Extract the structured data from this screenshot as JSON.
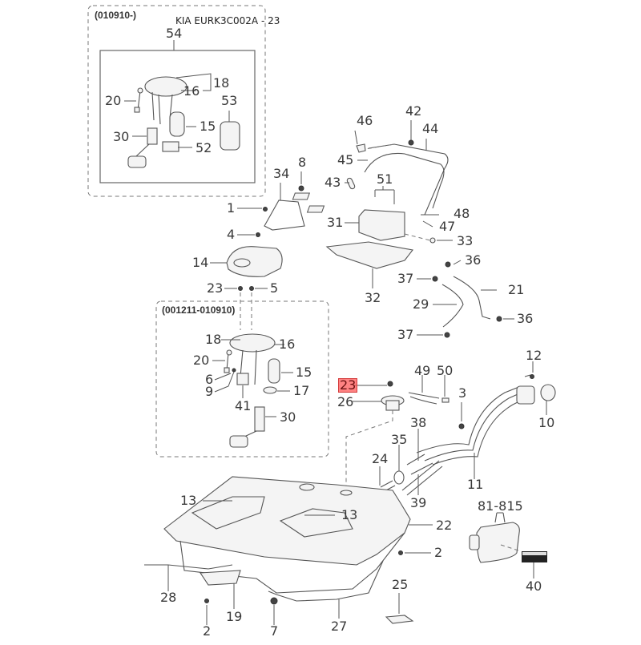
{
  "diagram": {
    "title": "KIA EURK3C002A - 23",
    "highlighted_part": "23",
    "highlight_color": "#ff5a5a",
    "groups": {
      "kit_later": {
        "header": "(010910-)",
        "assembly_label": "54"
      },
      "kit_earlier": {
        "header": "(001211-010910)"
      }
    },
    "labels": {
      "kit_later": [
        "54",
        "18",
        "16",
        "20",
        "53",
        "15",
        "30",
        "52"
      ],
      "kit_earlier": [
        "18",
        "16",
        "20",
        "15",
        "6",
        "9",
        "17",
        "41",
        "30"
      ],
      "bracket_area": [
        "34",
        "8",
        "1",
        "4",
        "14",
        "23",
        "5"
      ],
      "canister_area": [
        "46",
        "42",
        "44",
        "45",
        "43",
        "51",
        "31",
        "48",
        "47",
        "33",
        "32"
      ],
      "hoses": [
        "36",
        "37",
        "21",
        "29",
        "37",
        "36"
      ],
      "filler_area": [
        "23",
        "26",
        "49",
        "50",
        "3",
        "12",
        "10",
        "38",
        "35",
        "24",
        "39",
        "11"
      ],
      "tank_area": [
        "13",
        "13",
        "22",
        "2",
        "28",
        "19",
        "2",
        "7",
        "27",
        "25"
      ],
      "door_area": [
        "81-815",
        "40"
      ]
    }
  }
}
